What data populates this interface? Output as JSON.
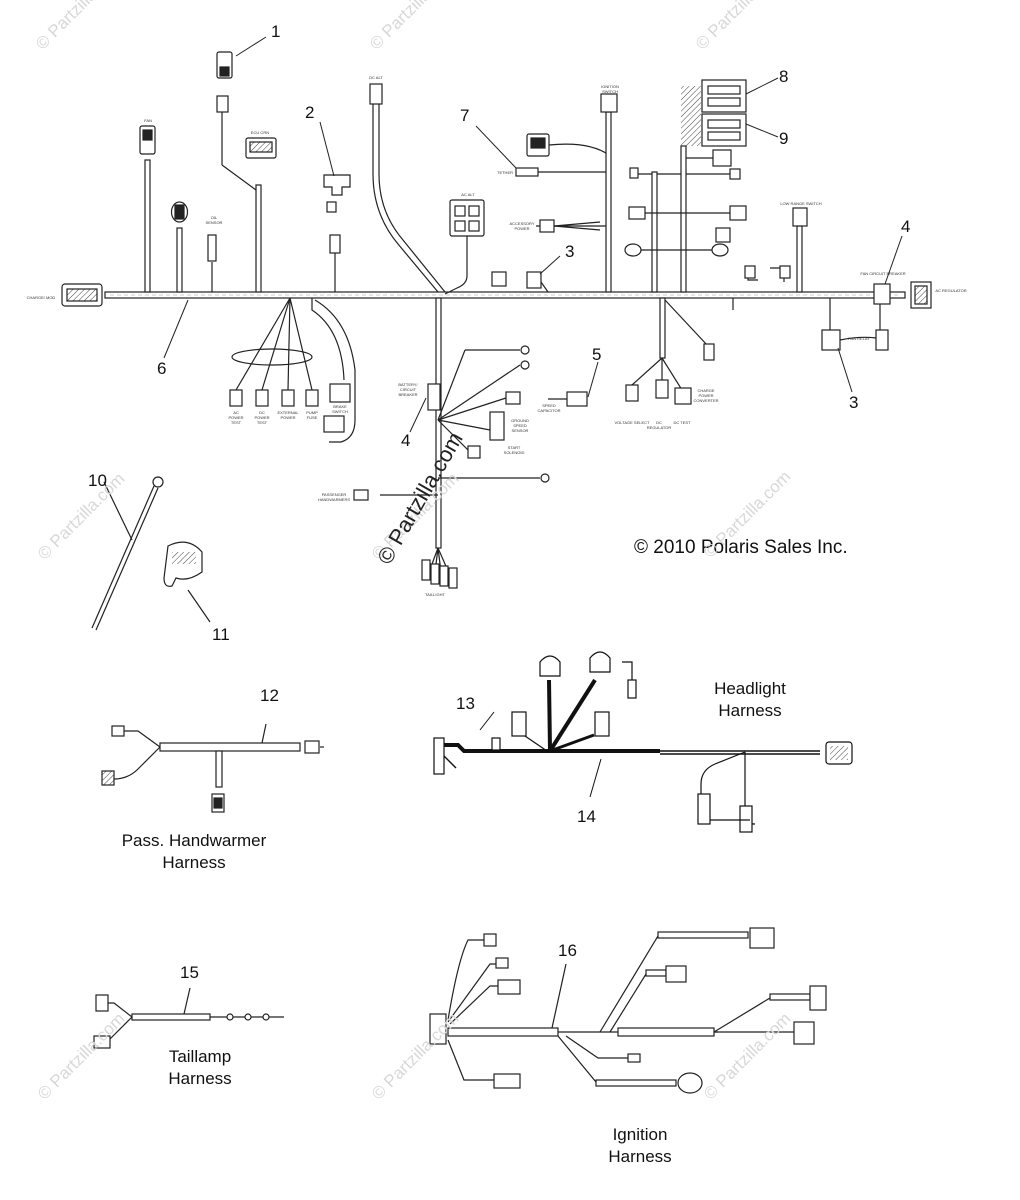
{
  "diagram": {
    "callouts": [
      "1",
      "2",
      "3",
      "3",
      "4",
      "4",
      "5",
      "6",
      "7",
      "8",
      "9",
      "10",
      "11",
      "12",
      "13",
      "14",
      "15",
      "16"
    ],
    "labels": {
      "pass_handwarmer": [
        "Pass. Handwarmer",
        "Harness"
      ],
      "headlight": [
        "Headlight",
        "Harness"
      ],
      "taillamp": [
        "Taillamp",
        "Harness"
      ],
      "ignition": [
        "Ignition",
        "Harness"
      ]
    },
    "copyright": "© 2010 Polaris Sales Inc.",
    "watermark": "© Partzilla.com",
    "watermark_center": "© Partzilla.com",
    "tiny_labels": {
      "charge_mod": "CHARGE/ MOD",
      "fan": "FAN",
      "ecu_crn": "ECU CRN",
      "dc_alt": "DC ALT",
      "ac_alt": "AC ALT",
      "ignition_switch": "IGNITION SWITCH",
      "oil_sensor": "OIL SENSOR",
      "low_range_switch": "LOW RANGE SWITCH",
      "fan_circuit_breaker": "FAN CIRCUIT BREAKER",
      "ac_regulator": "AC REGULATOR",
      "fan_relay": "FAN RELAY",
      "battery_circuit_breaker": "BATTERY/ CIRCUIT BREAKER",
      "speed_capacitor": "SPEED CAPACITOR",
      "ground_speed_sensor": "GROUND SPEED SENSOR",
      "start_solenoid": "START SOLENOID",
      "passenger_handwarmers": "PASSENGER HANDWARMERS",
      "taillight": "TAILLIGHT",
      "ac_power_test": "AC POWER TEST",
      "dc_power_test": "DC POWER TEST",
      "external_power": "EXTERNAL POWER",
      "pump_fuse": "PUMP FUSE",
      "brake_switch": "BRAKE SWITCH",
      "voltage_select": "VOLTAGE SELECT",
      "dc_regulator": "DC REGULATOR",
      "dc_test": "DC TEST",
      "charge_power_converter": "CHARGE POWER CONVERTER",
      "accessory_power": "ACCESSORY POWER",
      "tether": "TETHER"
    }
  }
}
